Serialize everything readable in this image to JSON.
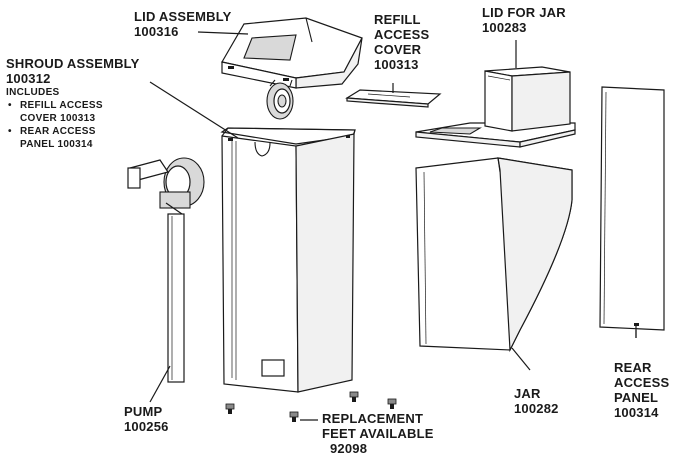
{
  "labels": {
    "lid_assembly": {
      "name": "LID ASSEMBLY",
      "part": "100316"
    },
    "refill_access_cover": {
      "line1": "REFILL",
      "line2": "ACCESS",
      "line3": "COVER",
      "part": "100313"
    },
    "lid_for_jar": {
      "name": "LID FOR JAR",
      "part": "100283"
    },
    "shroud_assembly": {
      "name": "SHROUD ASSEMBLY",
      "part": "100312",
      "includes": "INCLUDES",
      "item1_name": "REFILL ACCESS",
      "item1_part": "COVER 100313",
      "item2_name": "REAR ACCESS",
      "item2_part": "PANEL 100314"
    },
    "rear_access_panel": {
      "line1": "REAR",
      "line2": "ACCESS",
      "line3": "PANEL",
      "part": "100314"
    },
    "jar": {
      "name": "JAR",
      "part": "100282"
    },
    "pump": {
      "name": "PUMP",
      "part": "100256"
    },
    "feet": {
      "line1": "REPLACEMENT",
      "line2": "FEET AVAILABLE",
      "part": "92098"
    }
  },
  "colors": {
    "ink": "#1a1a1a",
    "paper": "#ffffff",
    "shade": "#d9d9d9"
  }
}
